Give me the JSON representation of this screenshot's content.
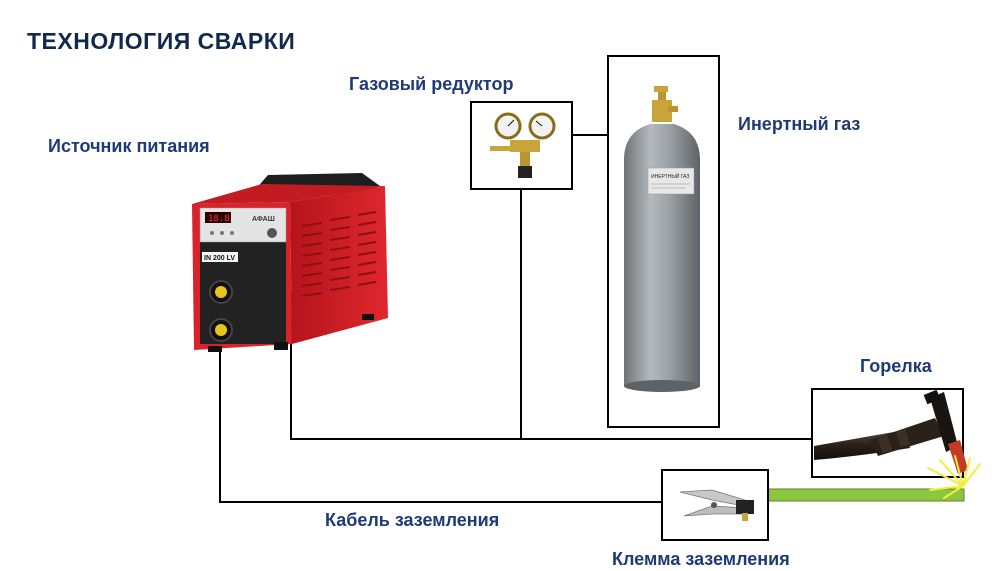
{
  "title": "ТЕХНОЛОГИЯ  СВАРКИ",
  "labels": {
    "power_source": "Источник питания",
    "gas_reducer": "Газовый редуктор",
    "inert_gas": "Инертный газ",
    "torch": "Горелка",
    "ground_cable": "Кабель заземления",
    "ground_clamp": "Клемма заземления"
  },
  "device": {
    "display": "18.8",
    "brand": "АФАШ",
    "model": "IN 200 LV"
  },
  "cylinder_tag": "ИНЕРТНЫЙ ГАЗ",
  "colors": {
    "text": "#1f3a78",
    "title": "#13294b",
    "welder_body": "#d8232a",
    "cylinder": "#8d9296",
    "ground_strip": "#8cc63f",
    "arc": "#f2ef3a"
  }
}
